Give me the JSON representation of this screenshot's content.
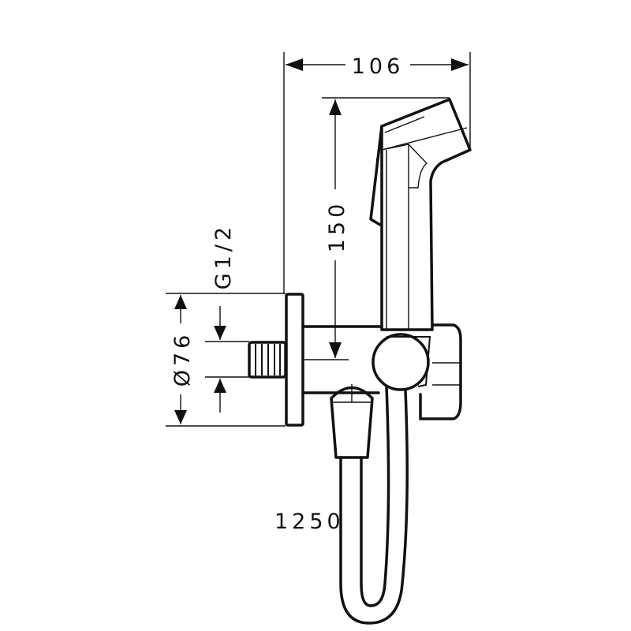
{
  "dimensions": {
    "width": "106",
    "height": "150",
    "diameter": "Ø76",
    "thread": "G1/2",
    "hose_length": "1250"
  },
  "colors": {
    "line": "#111111",
    "background": "#ffffff"
  }
}
